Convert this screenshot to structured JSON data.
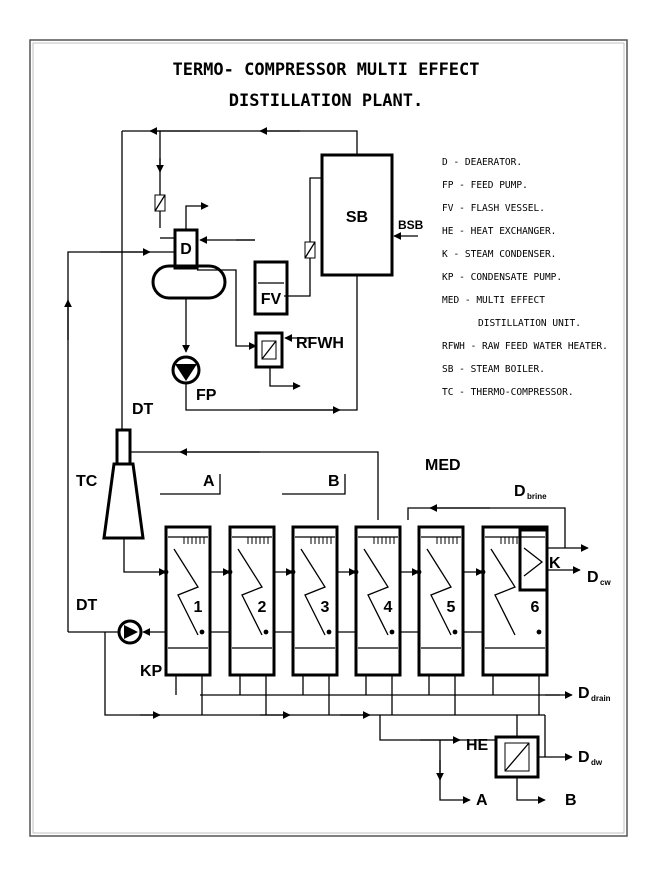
{
  "title": {
    "line1": "TERMO- COMPRESSOR MULTI EFFECT",
    "line2": "DISTILLATION PLANT."
  },
  "legend": [
    "D - DEAERATOR.",
    "FP - FEED PUMP.",
    "FV - FLASH VESSEL.",
    "HE - HEAT EXCHANGER.",
    "K - STEAM CONDENSER.",
    "KP - CONDENSATE PUMP.",
    "MED - MULTI EFFECT",
    "DISTILLATION UNIT.",
    "RFWH - RAW FEED WATER HEATER.",
    "SB - STEAM BOILER.",
    "TC - THERMO-COMPRESSOR."
  ],
  "labels": {
    "sb": "SB",
    "bsb": "BSB",
    "d": "D",
    "fv": "FV",
    "rfwh": "RFWH",
    "fp": "FP",
    "dt_top": "DT",
    "tc": "TC",
    "med": "MED",
    "a_top": "A",
    "b_top": "B",
    "d_brine": "D",
    "d_brine_sub": "brine",
    "k": "K",
    "d_cw": "D",
    "d_cw_sub": "cw",
    "dt_left": "DT",
    "kp": "KP",
    "d_drain": "D",
    "d_drain_sub": "drain",
    "he": "HE",
    "d_dw": "D",
    "d_dw_sub": "dw",
    "a_bottom": "A",
    "b_bottom": "B"
  },
  "effects": [
    "1",
    "2",
    "3",
    "4",
    "5",
    "6"
  ]
}
